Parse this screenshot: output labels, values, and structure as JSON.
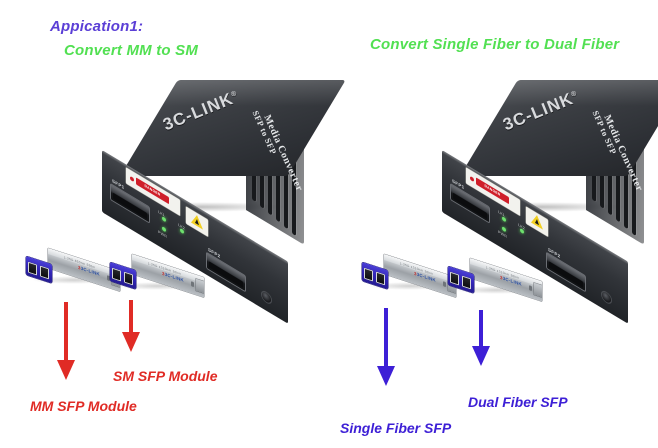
{
  "headings": {
    "application_label": "Appication1:",
    "application_subtitle": "Convert MM to SM",
    "right_title": "Convert Single Fiber to Dual Fiber"
  },
  "colors": {
    "background": "#ffffff",
    "purple_heading": "#5b3fd6",
    "green_heading": "#52e052",
    "red_annotation": "#e02b25",
    "blue_annotation": "#3d1fd6",
    "device_body": "#2d3035",
    "sfp_body": "#c3c7cb",
    "lc_connector": "#3326b8",
    "led_green": "#6ee06e"
  },
  "devices": [
    {
      "id": "left-converter",
      "brand": "3C-LINK",
      "trademark": "®",
      "silkscreen_line1": "SFP to SFP",
      "silkscreen_line2": "Media Converter",
      "ports": [
        {
          "label": "SFP1"
        },
        {
          "label": "SFP2"
        }
      ],
      "leds": [
        {
          "label": "LK1"
        },
        {
          "label": "LK2"
        },
        {
          "label": "PWR"
        }
      ],
      "danger_label": "DANGER"
    },
    {
      "id": "right-converter",
      "brand": "3C-LINK",
      "trademark": "®",
      "silkscreen_line1": "SFP to SFP",
      "silkscreen_line2": "Media Converter",
      "ports": [
        {
          "label": "SFP1"
        },
        {
          "label": "SFP2"
        }
      ],
      "leds": [
        {
          "label": "LK1"
        },
        {
          "label": "LK2"
        },
        {
          "label": "PWR"
        }
      ],
      "danger_label": "DANGER"
    }
  ],
  "sfp_modules": [
    {
      "id": "mm-sfp",
      "logo_text": "3C-LINK",
      "top_text": "1.25G 850nm 550m"
    },
    {
      "id": "sm-sfp",
      "logo_text": "3C-LINK",
      "top_text": "1.25G 1310nm 20km"
    },
    {
      "id": "single-fiber-sfp",
      "logo_text": "3C-LINK",
      "top_text": "1.25G 1310nm 20km"
    },
    {
      "id": "dual-fiber-sfp",
      "logo_text": "3C-LINK",
      "top_text": "1.25G 1310nm 20km"
    }
  ],
  "annotations": [
    {
      "id": "mm-sfp-module",
      "text": "MM SFP Module",
      "color": "red",
      "arrow": "down"
    },
    {
      "id": "sm-sfp-module",
      "text": "SM SFP Module",
      "color": "red",
      "arrow": "down"
    },
    {
      "id": "single-fiber-sfp",
      "text": "Single Fiber SFP",
      "color": "blue",
      "arrow": "down"
    },
    {
      "id": "dual-fiber-sfp",
      "text": "Dual Fiber SFP",
      "color": "blue",
      "arrow": "down"
    }
  ]
}
